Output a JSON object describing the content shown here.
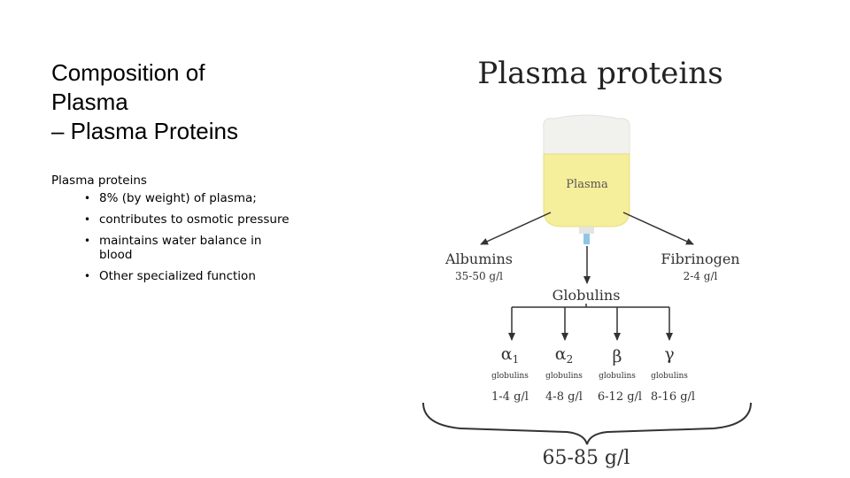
{
  "slide": {
    "title_lines": [
      "Composition of",
      "Plasma",
      "– Plasma Proteins"
    ],
    "lead": "Plasma proteins",
    "bullets": [
      "8% (by weight) of plasma;",
      "contributes to osmotic pressure",
      "maintains water balance in blood",
      "Other specialized function"
    ]
  },
  "figure": {
    "title": "Plasma proteins",
    "bag_label": "Plasma",
    "albumins": {
      "name": "Albumins",
      "value": "35-50 g/l"
    },
    "fibrinogen": {
      "name": "Fibrinogen",
      "value": "2-4 g/l"
    },
    "globulins": {
      "name": "Globulins"
    },
    "subtypes": [
      {
        "symbol": "α",
        "sub": "1",
        "label": "globulins",
        "value": "1-4 g/l"
      },
      {
        "symbol": "α",
        "sub": "2",
        "label": "globulins",
        "value": "4-8 g/l"
      },
      {
        "symbol": "β",
        "sub": "",
        "label": "globulins",
        "value": "6-12 g/l"
      },
      {
        "symbol": "γ",
        "sub": "",
        "label": "globulins",
        "value": "8-16 g/l"
      }
    ],
    "total": "65-85 g/l",
    "colors": {
      "plasma": "#f5ee9a",
      "bag": "#f1f1ee",
      "arrow": "#333333",
      "tube": "#8fc6e6"
    }
  }
}
